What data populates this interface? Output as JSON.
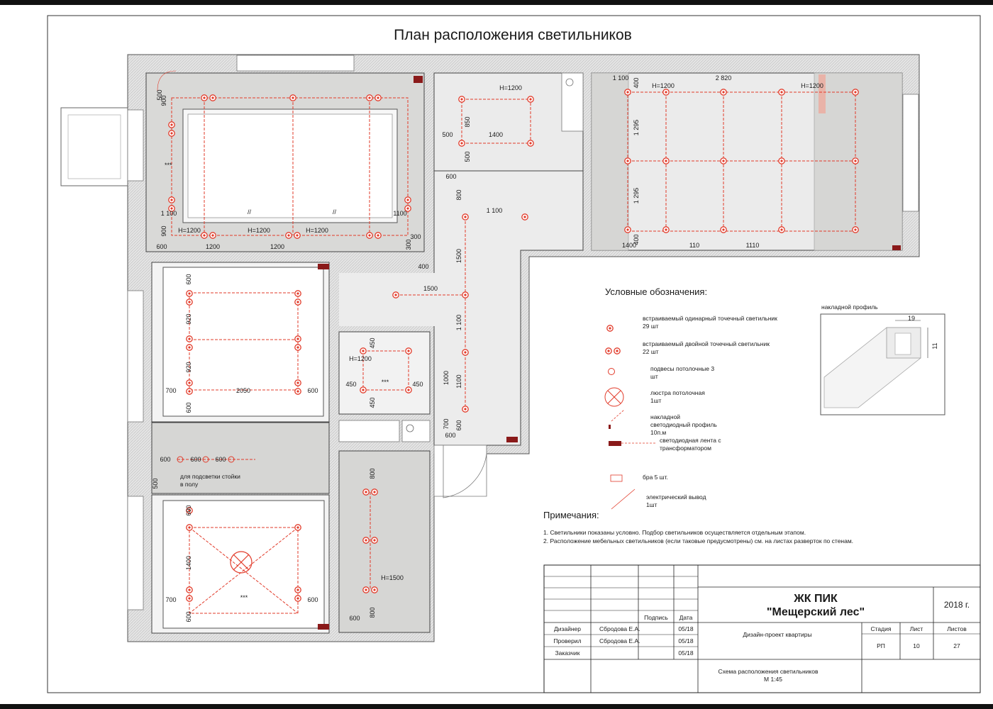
{
  "title": "План расположения светильников",
  "colors": {
    "accent": "#e23b2a",
    "room_gray": "#d6d6d4",
    "wall": "#cfcfcf",
    "strip": "#8a1a1a"
  },
  "dims": {
    "d500": "500",
    "d900": "900",
    "d900b": "900",
    "d1100": "1 100",
    "d600": "600",
    "d1200": "1200",
    "d1200b": "1200",
    "h1200": "H=1200",
    "h1200b": "H=1200",
    "h1200c": "H=1200",
    "d1100r": "1100",
    "d300": "300",
    "d300b": "300",
    "k850": "850",
    "k1400": "1400",
    "k500": "500",
    "k500b": "500",
    "kh1200": "H=1200",
    "r1100": "1 100",
    "r2820": "2 820",
    "rh1": "H=1200",
    "rh2": "H=1200",
    "r400": "400",
    "r1295": "1 295",
    "r1295b": "1 295",
    "r1400": "1400",
    "r400b": "400",
    "r110": "110",
    "r1110": "1110",
    "c600": "600",
    "c800": "800",
    "c1100": "1 100",
    "c400": "400",
    "c1500": "1500",
    "c1500v": "1500",
    "c1100v": "1 100",
    "c1000": "1000",
    "c1100b": "1100",
    "c700": "700",
    "c600b": "600",
    "c600c": "600",
    "b600": "600",
    "b920": "920",
    "b920b": "920",
    "b600b": "600",
    "b700": "700",
    "b2050": "2050",
    "b600c": "600",
    "bath450": "450",
    "bath450b": "450",
    "bath450c": "450",
    "bath450d": "450",
    "bathh": "H=1200",
    "l600": "600",
    "l600b": "600",
    "l600c": "600",
    "l500": "500",
    "n600": "600",
    "n1400": "1400",
    "n700": "700",
    "n600b": "600",
    "n600c": "600",
    "p800": "800",
    "p800b": "800",
    "ph1500": "H=1500",
    "p600": "600",
    "stars": "***",
    "stars2": "***",
    "stars3": "***",
    "slash": "//",
    "slash2": "//"
  },
  "floor_note": [
    "для подсветки стойки",
    "в полу"
  ],
  "legend": {
    "heading": "Условные обозначения:",
    "items": [
      {
        "text": [
          "встраиваемый одинарный точечный светильник",
          "29 шт"
        ]
      },
      {
        "text": [
          "встраиваемый двойной точечный светильник",
          "22 шт"
        ]
      },
      {
        "text": [
          "подвесы потолочные 3",
          "шт"
        ]
      },
      {
        "text": [
          "люстра потолочная",
          "1шт"
        ]
      },
      {
        "text": [
          "накладной",
          "светодиодный профиль",
          "10п.м"
        ]
      },
      {
        "text": [
          "светодиодная лента с",
          "трансформатором"
        ]
      },
      {
        "text": [
          "бра 5 шт."
        ]
      },
      {
        "text": [
          "электрический вывод",
          "1шт"
        ]
      }
    ]
  },
  "profile": {
    "label": "накладной профиль",
    "w": "19",
    "h": "11"
  },
  "notes": {
    "heading": "Примечания:",
    "lines": [
      "1. Светильники показаны условно. Подбор светильников осуществляется отдельным этапом.",
      "2. Расположение мебельных светильников (если таковые предусмотрены) см. на листах разверток по стенам."
    ]
  },
  "titleblock": {
    "project1": "ЖК ПИК",
    "project2": "\"Мещерский лес\"",
    "year": "2018 г.",
    "sign": "Подпись",
    "date": "Дата",
    "roles": [
      {
        "role": "Дизайнер",
        "name": "Сбродова Е.А.",
        "date": "05/18"
      },
      {
        "role": "Проверил",
        "name": "Сбродова Е.А.",
        "date": "05/18"
      },
      {
        "role": "Заказчик",
        "name": "",
        "date": "05/18"
      }
    ],
    "doc": "Дизайн-проект квартиры",
    "stage_h": "Стадия",
    "sheet_h": "Лист",
    "sheets_h": "Листов",
    "stage": "РП",
    "sheet": "10",
    "sheets": "27",
    "scheme": "Схема расположения светильников",
    "scale": "М 1:45"
  }
}
